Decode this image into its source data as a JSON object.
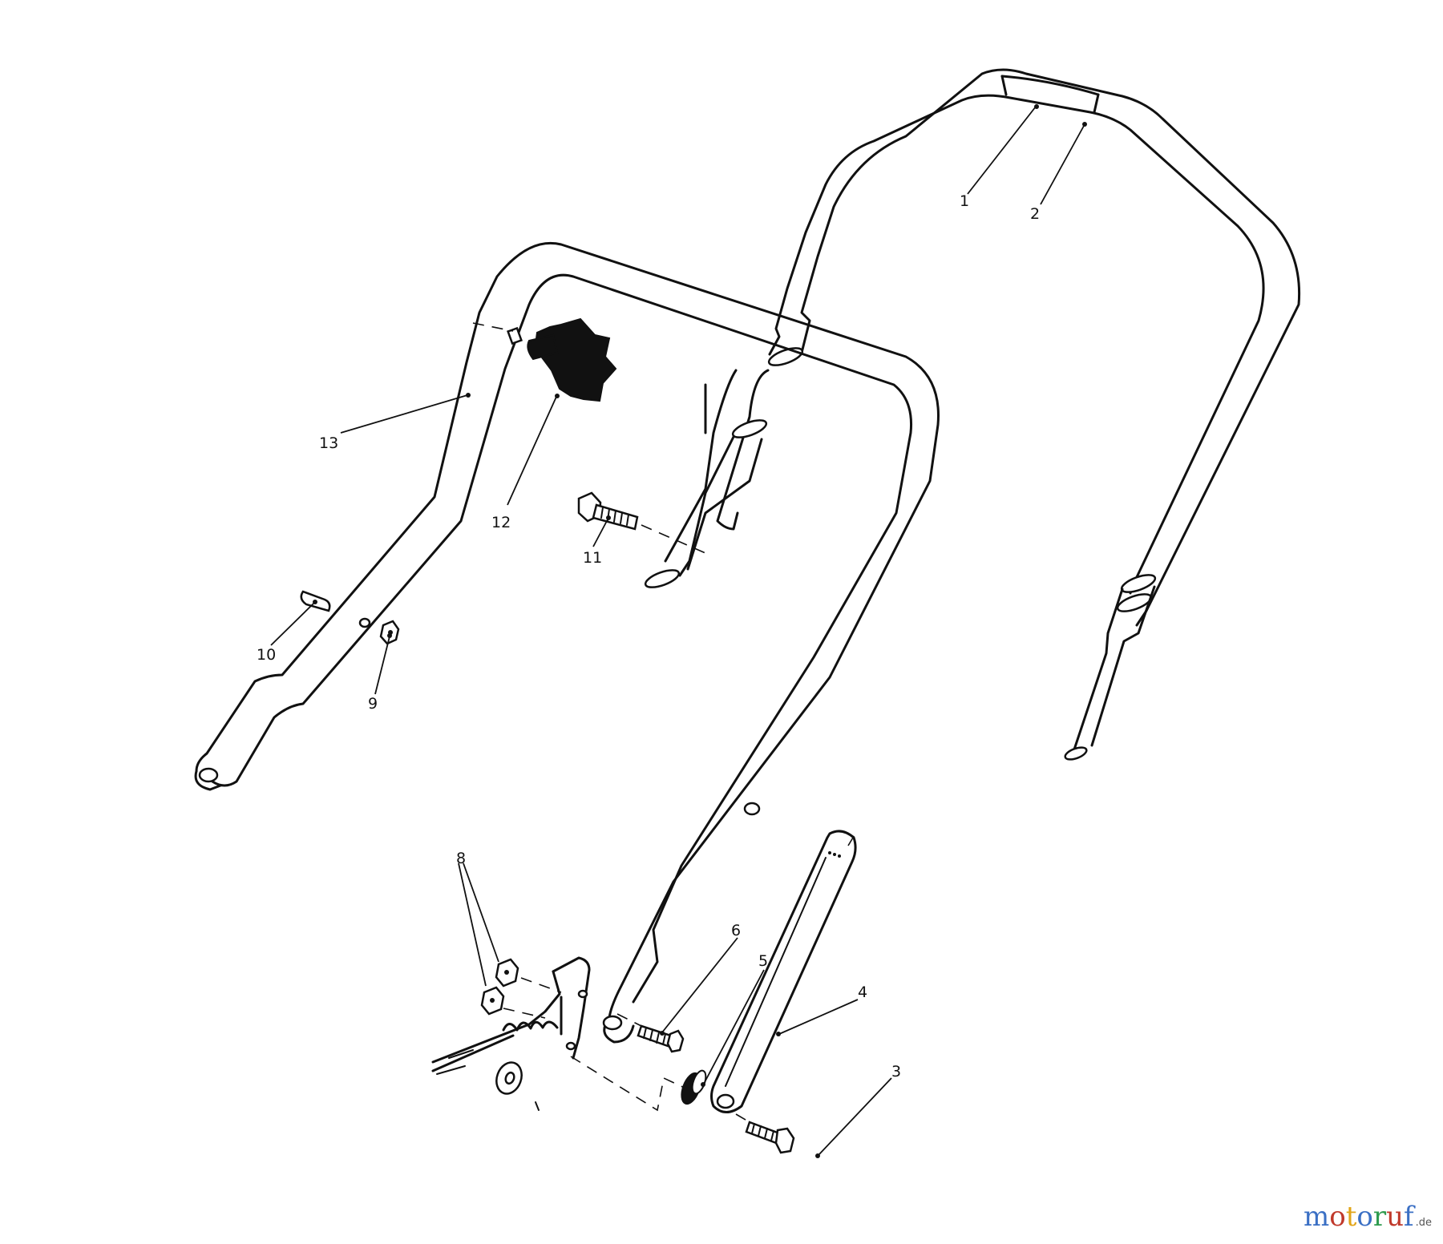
{
  "callouts": [
    {
      "id": "1",
      "label": "1"
    },
    {
      "id": "2",
      "label": "2"
    },
    {
      "id": "3",
      "label": "3"
    },
    {
      "id": "4",
      "label": "4"
    },
    {
      "id": "5",
      "label": "5"
    },
    {
      "id": "6",
      "label": "6"
    },
    {
      "id": "8",
      "label": "8"
    },
    {
      "id": "9",
      "label": "9"
    },
    {
      "id": "10",
      "label": "10"
    },
    {
      "id": "11",
      "label": "11"
    },
    {
      "id": "12",
      "label": "12"
    },
    {
      "id": "13",
      "label": "13"
    }
  ],
  "watermark": {
    "letters": [
      "m",
      "o",
      "t",
      "o",
      "r",
      "u",
      "f"
    ],
    "suffix": ".de",
    "colors": [
      "#3a6fc4",
      "#c0392b",
      "#e2a518",
      "#3a6fc4",
      "#2e9b4f",
      "#c0392b",
      "#3a6fc4"
    ]
  }
}
